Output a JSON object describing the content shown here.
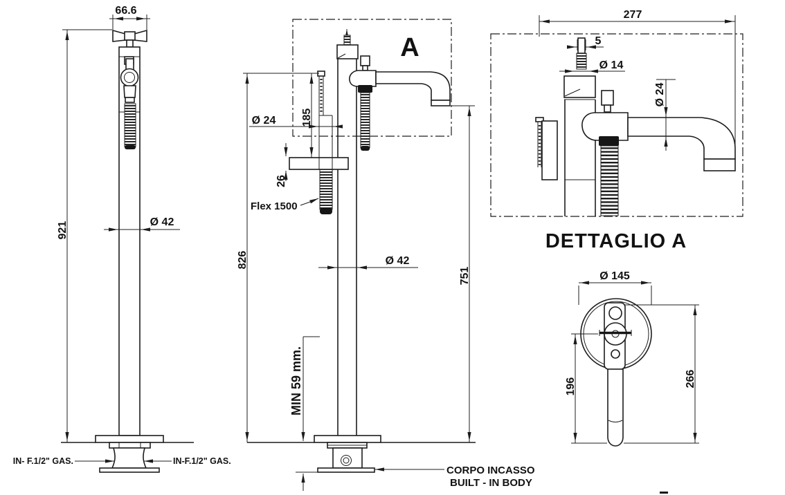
{
  "drawing": {
    "background": "#ffffff",
    "line_color": "#1c1c1c",
    "views": {
      "left_view": {
        "dim_width_top": "66.6",
        "dim_height": "921",
        "dim_diameter": "Ø 42",
        "inlet_left": "IN- F.1/2\" GAS.",
        "inlet_right": "IN-F.1/2\" GAS."
      },
      "front_view": {
        "detail_marker": "A",
        "dim_upper_height": "185",
        "dim_shower_diameter": "Ø 24",
        "dim_bracket": "26",
        "flex_label": "Flex 1500",
        "dim_height": "826",
        "dim_column_diameter": "Ø 42",
        "dim_spout_height": "751",
        "dim_min_recess": "MIN 59 mm.",
        "body_label_it": "CORPO INCASSO",
        "body_label_en": "BUILT - IN BODY"
      },
      "detail_a": {
        "title": "DETTAGLIO A",
        "dim_width": "277",
        "dim_pin": "5",
        "dim_pin_dia": "Ø 14",
        "dim_spout_dia": "Ø 24"
      },
      "built_in_view": {
        "dim_flange": "Ø 145",
        "dim_handle": "196",
        "dim_total": "266"
      }
    }
  }
}
